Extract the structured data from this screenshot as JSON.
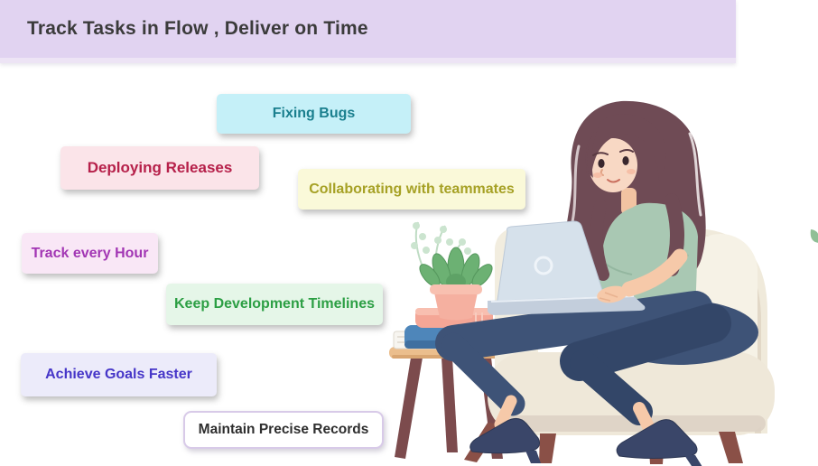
{
  "banner": {
    "title": "Track Tasks in Flow , Deliver on Time",
    "bg": "#E1D3F1",
    "accent_strip": "#EDE4F5",
    "text_color": "#3B3B3B"
  },
  "labels": [
    {
      "id": "fixing-bugs",
      "text": "Fixing Bugs",
      "bg": "#C5F0F8",
      "fg": "#1A7F8E"
    },
    {
      "id": "deploying-releases",
      "text": "Deploying Releases",
      "bg": "#FBE4E9",
      "fg": "#B6204A"
    },
    {
      "id": "collaborating-with-teammates",
      "text": "Collaborating with teammates",
      "bg": "#FAF9D9",
      "fg": "#A6A125"
    },
    {
      "id": "track-every-hour",
      "text": "Track every Hour",
      "bg": "#F9E7F6",
      "fg": "#A236B4"
    },
    {
      "id": "keep-development-timelines",
      "text": "Keep Development Timelines",
      "bg": "#E5F6E8",
      "fg": "#2C9F44"
    },
    {
      "id": "achieve-goals-faster",
      "text": "Achieve Goals Faster",
      "bg": "#ECEBFA",
      "fg": "#4636C8"
    },
    {
      "id": "maintain-precise-records",
      "text": "Maintain Precise Records",
      "bg": "#FFFFFF",
      "fg": "#2E2E2E",
      "border": "#D8CAE8"
    }
  ],
  "illustration": {
    "alt": "Woman with long brown hair working on a laptop while sitting in a cream armchair; a wooden side table beside her holds two books and a potted succulent",
    "colors": {
      "hair": "#6F4B55",
      "skin": "#F8D8C4",
      "shirt": "#A9C8B3",
      "jeans": "#3E5377",
      "jeans_dark": "#334668",
      "laptop_lid": "#D6E1EB",
      "laptop_base": "#C3CEDC",
      "chair": "#F0EADB",
      "chair_shadow": "#DDD2C4",
      "chair_leg": "#8A5047",
      "table_top": "#EBBE8D",
      "table_leg": "#7C4B4D",
      "book_blue": "#4E86BA",
      "book_salmon": "#F4A696",
      "pot": "#F5B0A0",
      "plant": "#6CB173",
      "fern": "#C8E2CC",
      "shoe": "#3A4669"
    }
  }
}
